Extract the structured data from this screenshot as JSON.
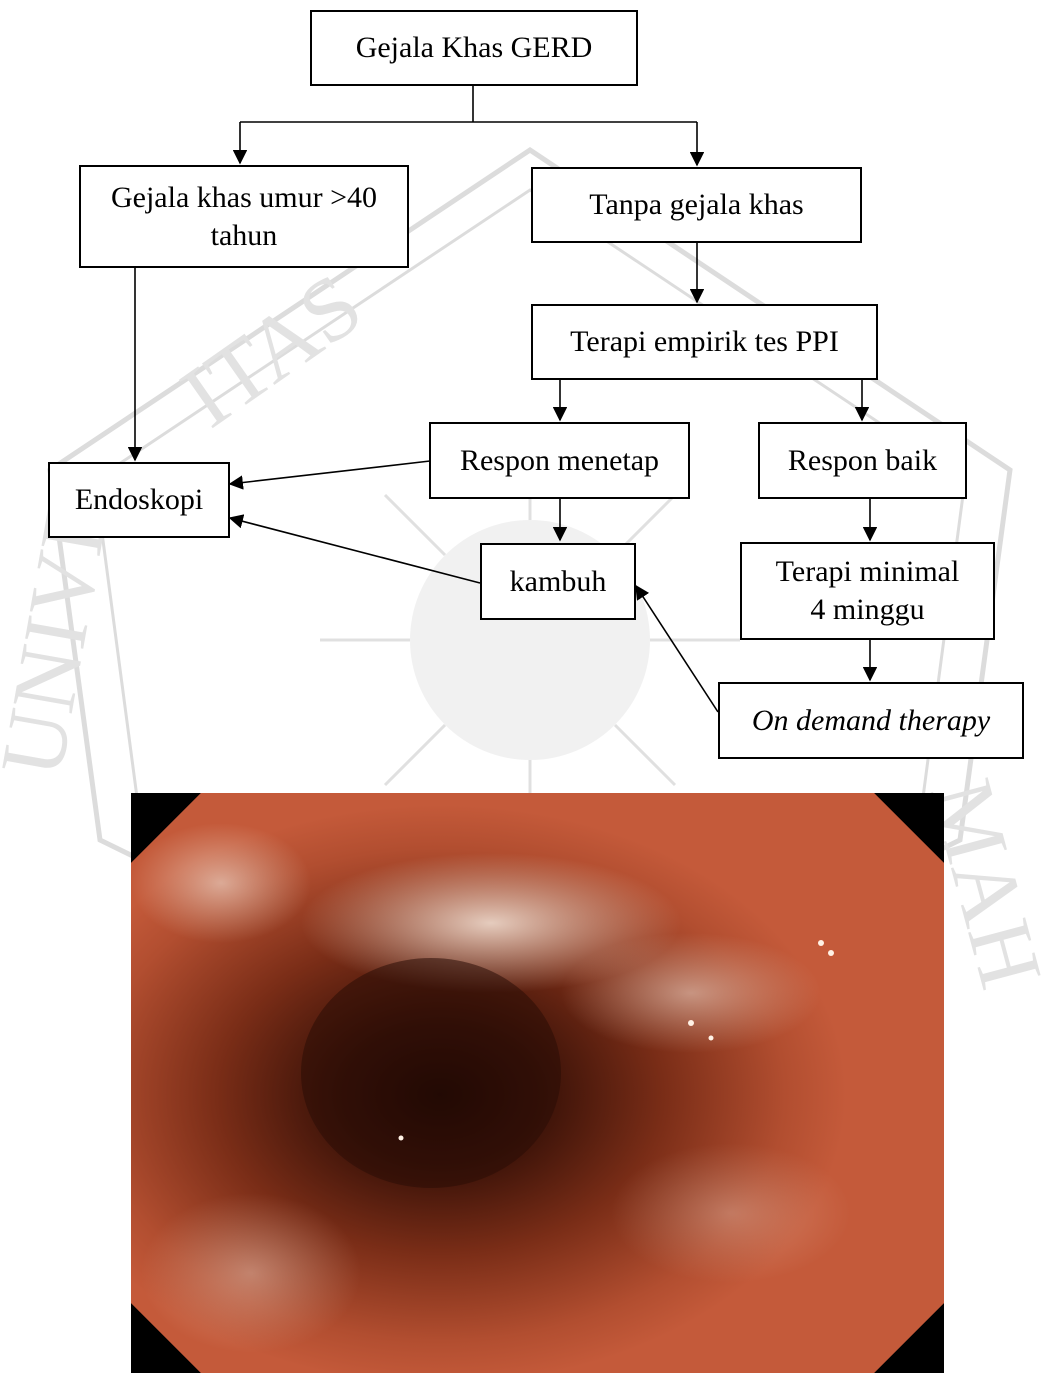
{
  "flowchart": {
    "top": "Gejala Khas GERD",
    "left_branch": [
      "Gejala khas umur >40",
      "tahun"
    ],
    "right_branch": "Tanpa gejala khas",
    "empiric_test": "Terapi empirik tes PPI",
    "endoscopy": "Endoskopi",
    "persistent_response": "Respon menetap",
    "good_response": "Respon baik",
    "relapse": "kambuh",
    "minimal_therapy": [
      "Terapi minimal",
      "4 minggu"
    ],
    "on_demand": "On demand therapy"
  },
  "photo": {
    "subject": "endoscopic view of esophagus",
    "colors": {
      "mucosa": "#c45a3a",
      "frame": "#000000",
      "lumen": "#3a1208"
    }
  },
  "watermark": {
    "color": "#d8d8d8"
  }
}
